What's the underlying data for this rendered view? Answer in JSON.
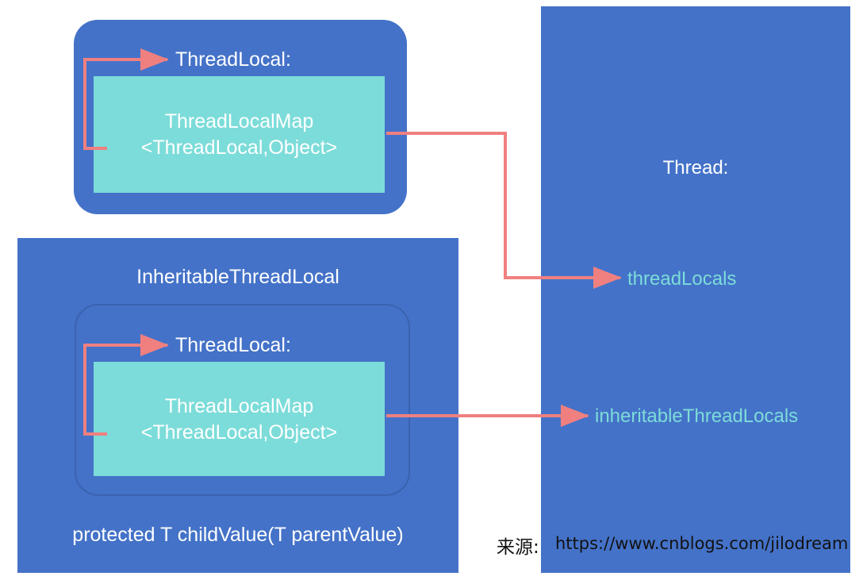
{
  "diagram": {
    "title_hidden": "",
    "colors": {
      "panel_blue": "#4472C8",
      "teal": "#7CDCD9",
      "connector_pink": "#F08080",
      "field_text": "#7CDCD9",
      "panel_border": "#3A62B0",
      "background": "#FFFFFF",
      "source_text": "#121212"
    }
  },
  "threadlocal_box": {
    "heading": "ThreadLocal:",
    "map_line1": "ThreadLocalMap",
    "map_line2": "<ThreadLocal,Object>"
  },
  "inheritable_box": {
    "title": "InheritableThreadLocal",
    "heading": "ThreadLocal:",
    "map_line1": "ThreadLocalMap",
    "map_line2": "<ThreadLocal,Object>",
    "method_signature": "protected T childValue(T parentValue)"
  },
  "thread_panel": {
    "title": "Thread:",
    "fields": [
      {
        "name": "threadLocals"
      },
      {
        "name": "inheritableThreadLocals"
      }
    ]
  },
  "source": {
    "prefix": "来源:",
    "url": "https://www.cnblogs.com/jilodream"
  }
}
